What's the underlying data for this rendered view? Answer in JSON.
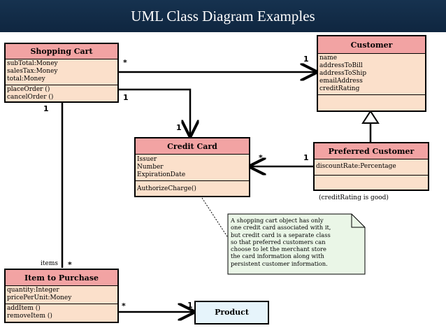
{
  "title": "UML Class Diagram Examples",
  "classes": {
    "shopping_cart": {
      "name": "Shopping Cart",
      "attributes": [
        "subTotal:Money",
        "salesTax:Money",
        "total:Money"
      ],
      "operations": [
        "placeOrder ()",
        "cancelOrder ()"
      ]
    },
    "customer": {
      "name": "Customer",
      "attributes": [
        "name",
        "addressToBill",
        "addressToShip",
        "emailAddress",
        "creditRating"
      ],
      "operations": []
    },
    "credit_card": {
      "name": "Credit Card",
      "attributes": [
        "Issuer",
        "Number",
        "ExpirationDate"
      ],
      "operations": [
        "AuthorizeCharge()"
      ]
    },
    "preferred_customer": {
      "name": "Preferred Customer",
      "attributes": [
        "discountRate:Percentage"
      ],
      "operations": [],
      "constraint": "(creditRating is good)"
    },
    "item_to_purchase": {
      "name": "Item to Purchase",
      "attributes": [
        "quantity:Integer",
        "pricePerUnit:Money"
      ],
      "operations": [
        "addItem ()",
        "removeItem ()"
      ]
    },
    "product": {
      "name": "Product"
    }
  },
  "multiplicities": {
    "cart_to_customer_cart": "*",
    "cart_to_customer_customer": "1",
    "cart_to_card_cart": "1",
    "cart_to_card_card": "1",
    "preferred_to_card_preferred": "1",
    "preferred_to_card_card": "*",
    "cart_to_item_cart": "1",
    "cart_to_item_item": "*",
    "item_to_product_item": "*",
    "item_to_product_product": "1"
  },
  "role_labels": {
    "items": "items"
  },
  "note": [
    "A shopping cart object has only",
    "one credit card associated with it,",
    "but credit card is a separate class",
    "so that preferred customers can",
    "choose to let the merchant store",
    "the card information along with",
    "persistent customer information."
  ]
}
